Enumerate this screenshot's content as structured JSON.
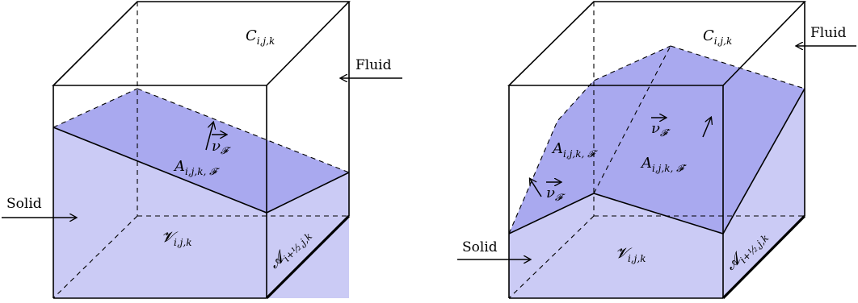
{
  "colors": {
    "fluid_surface": "#a9a9ef",
    "solid_volume": "#cbcbf5",
    "edge": "#000000"
  },
  "left_diagram": {
    "cell_label": "C",
    "cell_sub": "i,j,k",
    "fluid_label": "Fluid",
    "solid_label": "Solid",
    "normal_label": "ν",
    "normal_sub": "𝓕",
    "interface_label": "A",
    "interface_sub": "i,j,k, 𝓕",
    "volume_label": "𝓥",
    "volume_sub": "i,j,k",
    "face_label": "𝓐",
    "face_sub": "i+½,j,k"
  },
  "right_diagram": {
    "cell_label": "C",
    "cell_sub": "i,j,k",
    "fluid_label": "Fluid",
    "solid_label": "Solid",
    "normal1_label": "ν",
    "normal1_sub": "𝓕",
    "normal2_label": "ν",
    "normal2_sub": "𝓕′",
    "interface1_label": "A",
    "interface1_sub": "i,j,k, 𝓕",
    "interface2_label": "A",
    "interface2_sub": "i,j,k, 𝓕′",
    "volume_label": "𝓥",
    "volume_sub": "i,j,k",
    "face_label": "𝓐",
    "face_sub": "i+½,j,k"
  }
}
